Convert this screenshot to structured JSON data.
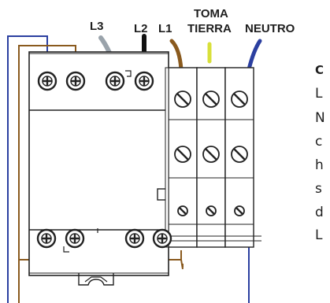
{
  "labels": {
    "l3": "L3",
    "l2": "L2",
    "l1": "L1",
    "toma": "TOMA",
    "tierra": "TIERRA",
    "neutro": "NEUTRO"
  },
  "side_text": {
    "heading": "C",
    "lines": [
      "L",
      "N",
      "c",
      "h",
      "s",
      "d",
      "L"
    ]
  },
  "colors": {
    "outline": "#222222",
    "neutral_wire": "#2b3fa0",
    "brown_wire": "#8a5a1e",
    "grey_wire": "#9aa3ab",
    "black_wire": "#111111",
    "earth_wire": "#d8e03a"
  }
}
